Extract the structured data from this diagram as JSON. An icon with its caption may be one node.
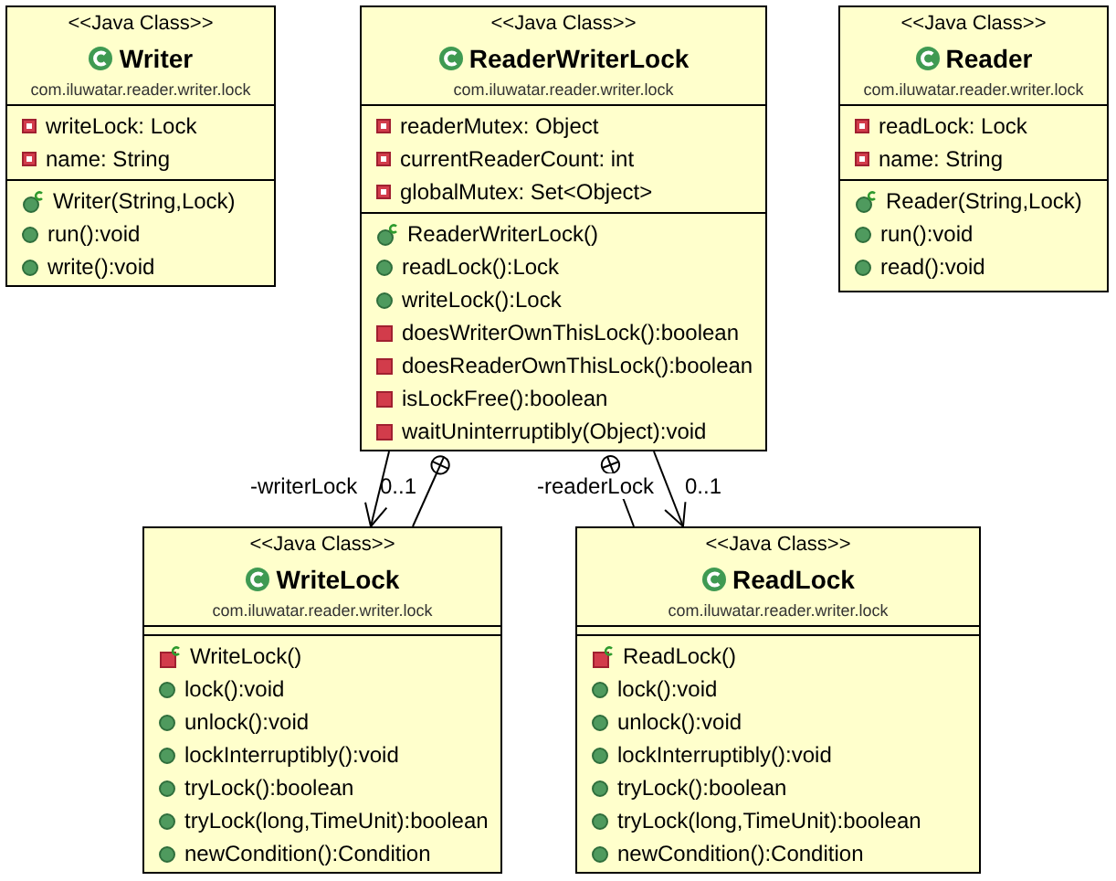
{
  "diagram": {
    "nodes": [
      {
        "text": [
          "<<Java Class>>",
          "Writer",
          "com.iluwatar.reader.writer.lock",
          "writeLock: Lock",
          "name: String",
          "Writer(String,Lock)",
          "run():void",
          "write():void"
        ]
      },
      {
        "text": [
          "<<Java Class>>",
          "ReaderWriterLock",
          "com.iluwatar.reader.writer.lock",
          "readerMutex: Object",
          "currentReaderCount: int",
          "globalMutex: Set<Object>",
          "ReaderWriterLock()",
          "readLock():Lock",
          "writeLock():Lock",
          "doesWriterOwnThisLock():boolean",
          "doesReaderOwnThisLock():boolean",
          "isLockFree():boolean",
          "waitUninterruptibly(Object):void"
        ]
      },
      {
        "text": [
          "<<Java Class>>",
          "Reader",
          "com.iluwatar.reader.writer.lock",
          "readLock: Lock",
          "name: String",
          "Reader(String,Lock)",
          "run():void",
          "read():void"
        ]
      },
      {
        "text": [
          "<<Java Class>>",
          "WriteLock",
          "com.iluwatar.reader.writer.lock",
          "WriteLock()",
          "lock():void",
          "unlock():void",
          "lockInterruptibly():void",
          "tryLock():boolean",
          "tryLock(long,TimeUnit):boolean",
          "newCondition():Condition"
        ]
      },
      {
        "text": [
          "<<Java Class>>",
          "ReadLock",
          "com.iluwatar.reader.writer.lock",
          "ReadLock()",
          "lock():void",
          "unlock():void",
          "lockInterruptibly():void",
          "tryLock():boolean",
          "tryLock(long,TimeUnit):boolean",
          "newCondition():Condition"
        ]
      }
    ],
    "edges": [
      {
        "from": 1,
        "to": 3,
        "arrow": "to",
        "label": "-writerLock"
      },
      {
        "from": 3,
        "to": 1,
        "arrow": "other"
      },
      {
        "from": 4,
        "to": 1,
        "arrow": "other"
      },
      {
        "from": 1,
        "to": 4,
        "arrow": "to",
        "label": "-readerLock"
      }
    ],
    "labels": [
      "0..1",
      "0..1"
    ]
  }
}
